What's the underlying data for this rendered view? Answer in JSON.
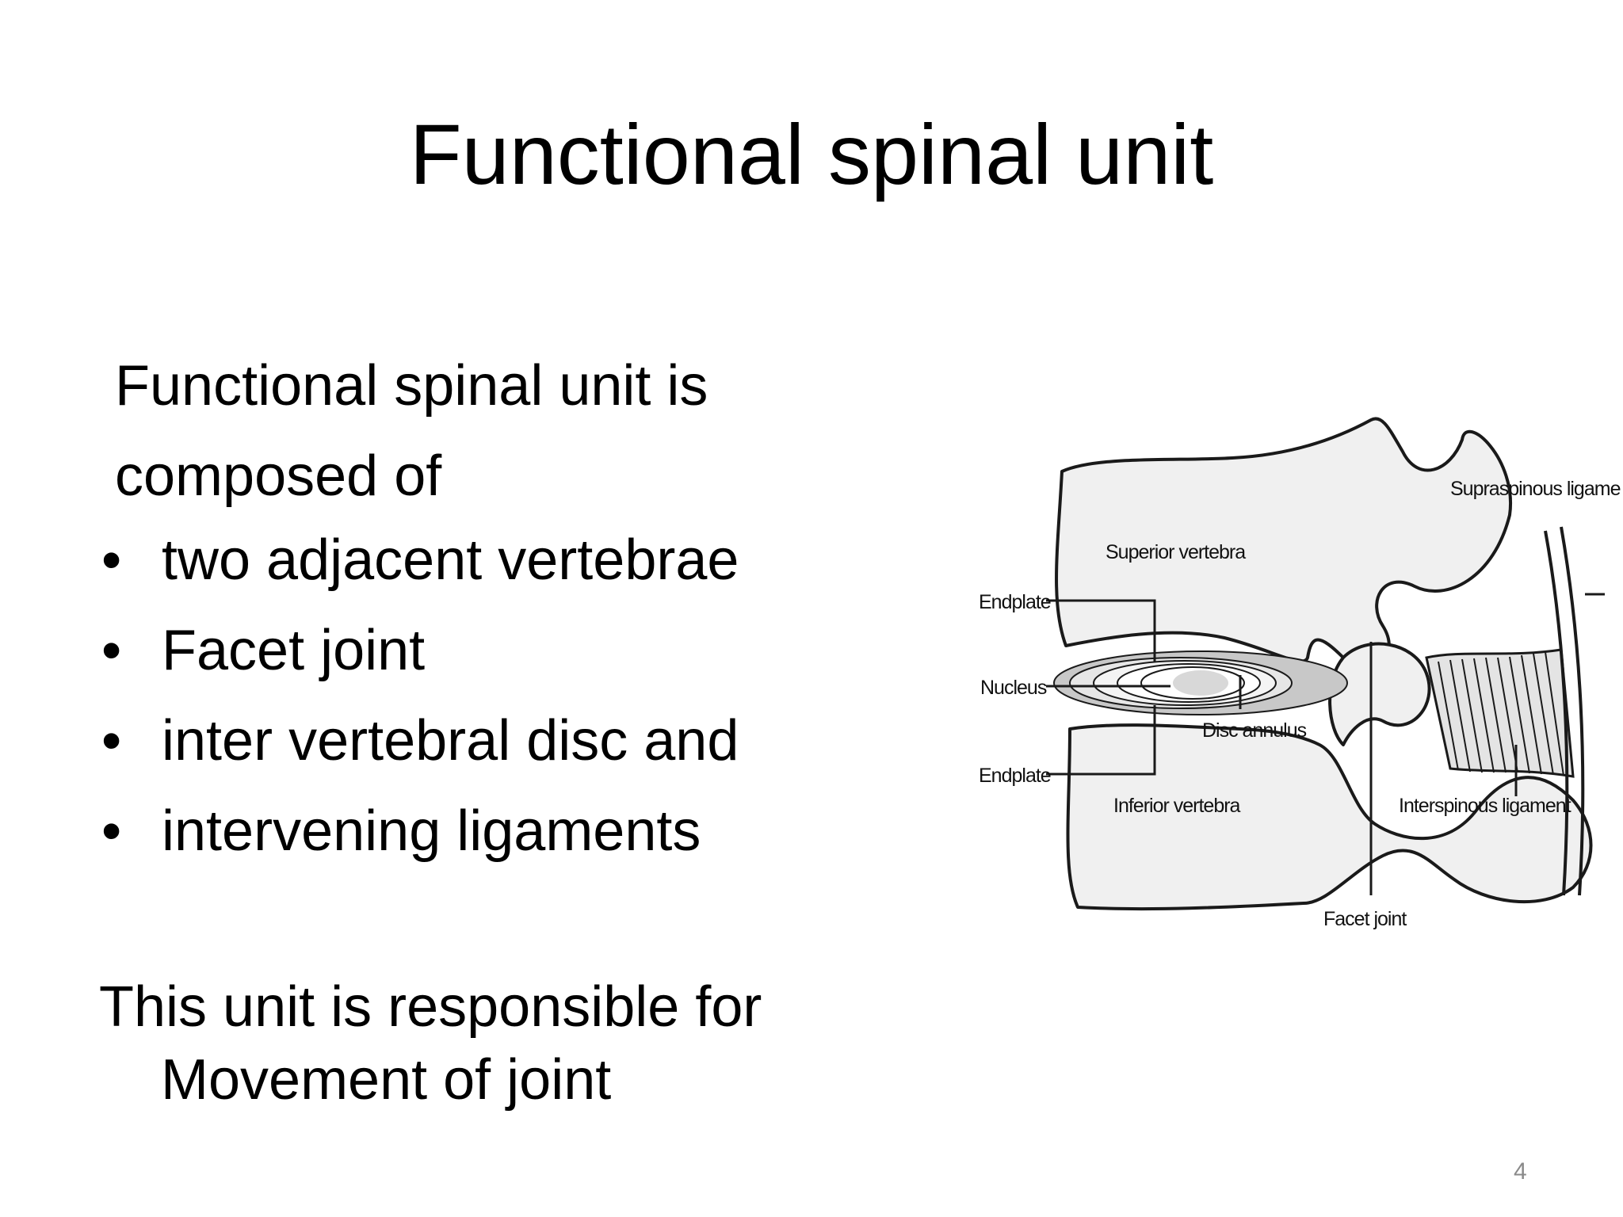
{
  "slide": {
    "title": "Functional spinal unit",
    "intro_line1": "Functional spinal unit is",
    "intro_line2": "composed of",
    "bullets": [
      "two adjacent vertebrae",
      "Facet joint",
      "inter vertebral disc and",
      "intervening ligaments"
    ],
    "bullet_glyph": "•",
    "closing_line1": "This unit is responsible for",
    "closing_line2": "Movement of joint",
    "page_number": "4"
  },
  "diagram": {
    "labels": {
      "supraspinous": "Supraspinous ligament",
      "superior_vertebra": "Superior vertebra",
      "endplate_top": "Endplate",
      "nucleus": "Nucleus",
      "disc_annulus": "Disc annulus",
      "endplate_bottom": "Endplate",
      "inferior_vertebra": "Inferior vertebra",
      "interspinous": "Interspinous ligament",
      "facet_joint": "Facet joint"
    },
    "colors": {
      "bone_fill": "#f0f0f0",
      "outline": "#1a1a1a",
      "disc_shade": "#c8c8c8"
    }
  }
}
